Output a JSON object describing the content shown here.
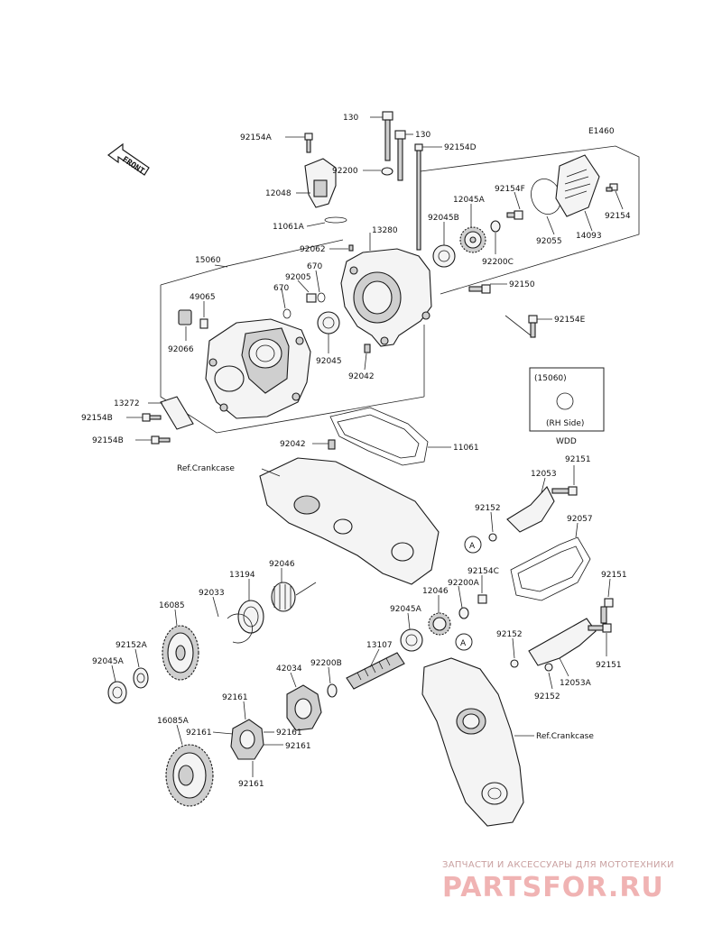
{
  "diagram_code": "E1460",
  "front_label": "FRONT",
  "parts": {
    "p130a": "130",
    "p130b": "130",
    "p92154A": "92154A",
    "p92154D": "92154D",
    "p92200": "92200",
    "p12048": "12048",
    "p11061A": "11061A",
    "p92062": "92062",
    "p13280": "13280",
    "p12045A": "12045A",
    "p92154F": "92154F",
    "p92045B": "92045B",
    "p92200C": "92200C",
    "p92055": "92055",
    "p14093": "14093",
    "p92154": "92154",
    "p15060": "15060",
    "p670a": "670",
    "p92005": "92005",
    "p670b": "670",
    "p92150": "92150",
    "p49065": "49065",
    "p92154E": "92154E",
    "p92066": "92066",
    "p92045": "92045",
    "p92042a": "92042",
    "p13272": "13272",
    "p92154B1": "92154B",
    "p92154B2": "92154B",
    "p92042b": "92042",
    "p11061": "11061",
    "p92151a": "92151",
    "p12053": "12053",
    "p92152a": "92152",
    "p92057": "92057",
    "p92046": "92046",
    "p13194": "13194",
    "p92033": "92033",
    "p16085": "16085",
    "p92154C": "92154C",
    "p92200A": "92200A",
    "p12046": "12046",
    "p92045A": "92045A",
    "p92151b": "92151",
    "p92152A": "92152A",
    "p92045A2": "92045A",
    "p13107": "13107",
    "p92200B": "92200B",
    "p42034": "42034",
    "p92152b": "92152",
    "p92151c": "92151",
    "p12053A": "12053A",
    "p92152c": "92152",
    "p92161a": "92161",
    "p92161b": "92161",
    "p92161c": "92161",
    "p92161d": "92161",
    "p92161e": "92161",
    "p16085A": "16085A"
  },
  "ref_crankcase_1": "Ref.Crankcase",
  "ref_crankcase_2": "Ref.Crankcase",
  "marker_a1": "A",
  "marker_a2": "A",
  "inset": {
    "ref": "(15060)",
    "side": "(RH Side)",
    "code": "WDD"
  },
  "watermark": {
    "top": "ЗАПЧАСТИ И АКСЕССУАРЫ ДЛЯ МОТОТЕХНИКИ",
    "brand": "PARTSFOR.RU"
  }
}
